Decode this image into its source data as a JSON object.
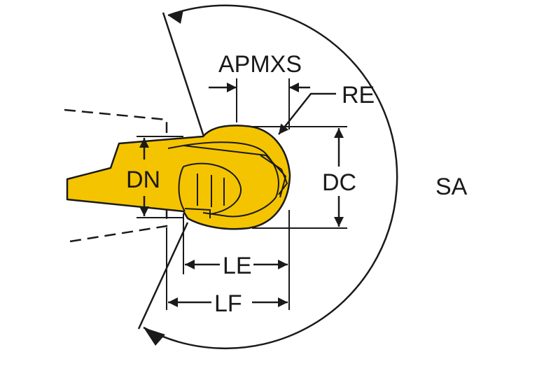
{
  "diagram": {
    "labels": {
      "apmxs": "APMXS",
      "re": "RE",
      "dn": "DN",
      "dc": "DC",
      "sa": "SA",
      "le": "LE",
      "lf": "LF"
    },
    "colors": {
      "insert_fill": "#f5c400",
      "insert_outline": "#1a1a1a",
      "line": "#1a1a1a",
      "background": "#ffffff"
    }
  }
}
